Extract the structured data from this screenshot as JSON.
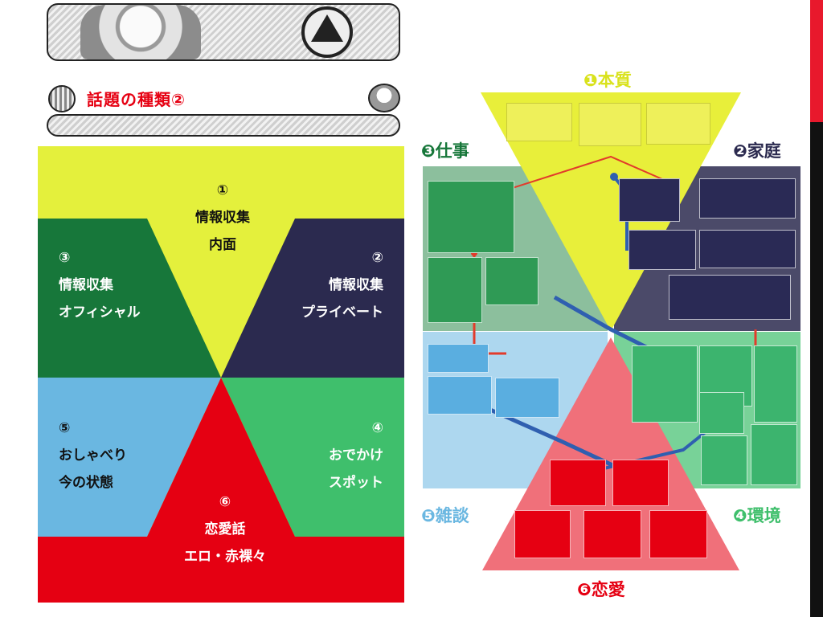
{
  "header": {
    "title": "話題の種類②"
  },
  "left_diagram": {
    "segments": [
      {
        "id": "1",
        "number": "①",
        "lines": [
          "情報収集",
          "内面"
        ],
        "color": "#e4f03c"
      },
      {
        "id": "2",
        "number": "②",
        "lines": [
          "情報収集",
          "プライベート"
        ],
        "color": "#2b2a4f"
      },
      {
        "id": "3",
        "number": "③",
        "lines": [
          "情報収集",
          "オフィシャル"
        ],
        "color": "#17773a"
      },
      {
        "id": "4",
        "number": "④",
        "lines": [
          "おでかけ",
          "スポット"
        ],
        "color": "#3fbf6c"
      },
      {
        "id": "5",
        "number": "⑤",
        "lines": [
          "おしゃべり",
          "今の状態"
        ],
        "color": "#6ab7e1"
      },
      {
        "id": "6",
        "number": "⑥",
        "lines": [
          "恋愛話",
          "エロ・赤裸々"
        ],
        "color": "#e50012"
      }
    ]
  },
  "right_diagram": {
    "categories": [
      {
        "id": "c1",
        "label": "❶本質",
        "color": "#d9e21d"
      },
      {
        "id": "c2",
        "label": "❷家庭",
        "color": "#2b2a4f"
      },
      {
        "id": "c3",
        "label": "❸仕事",
        "color": "#17773a"
      },
      {
        "id": "c4",
        "label": "❹環境",
        "color": "#3fbf6c"
      },
      {
        "id": "c5",
        "label": "❺雑談",
        "color": "#6ab7e1"
      },
      {
        "id": "c6",
        "label": "❻恋愛",
        "color": "#e50012"
      }
    ]
  }
}
